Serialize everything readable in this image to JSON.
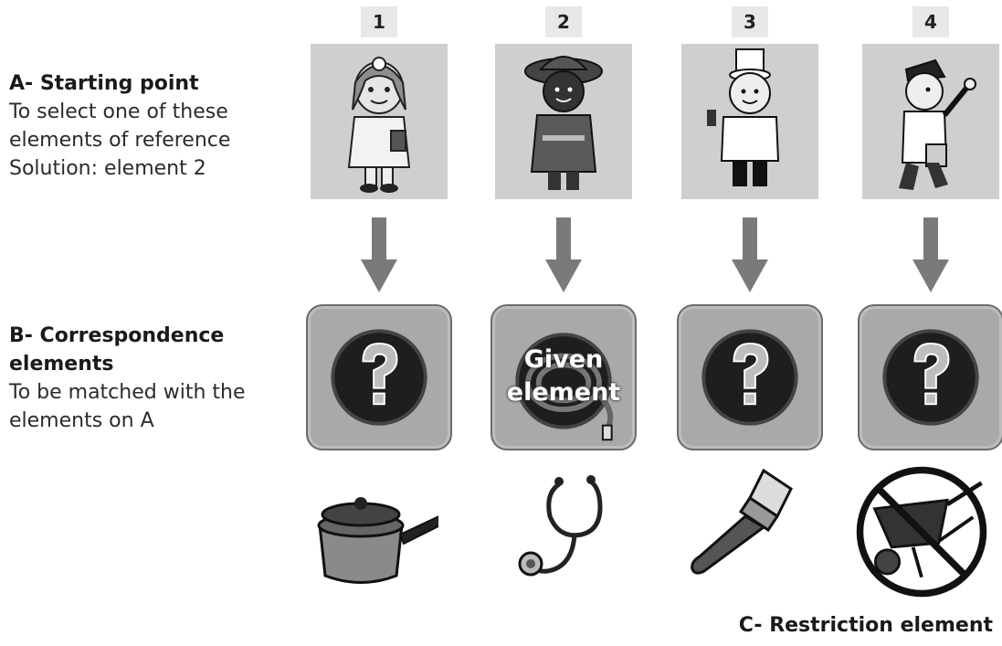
{
  "section_a": {
    "heading": "A- Starting point",
    "line1": "To select one of these",
    "line2": "elements of reference",
    "line3": "Solution: element 2"
  },
  "section_b": {
    "heading1": "B- Correspondence",
    "heading2": "elements",
    "line1": "To be matched with the",
    "line2": "elements on A"
  },
  "section_c": {
    "heading": "C- Restriction element"
  },
  "columns": [
    {
      "number": "1",
      "character": "doctor-icon",
      "card": "question-mark-icon",
      "tool": "saucepan-icon"
    },
    {
      "number": "2",
      "character": "firefighter-icon",
      "card": "hose-icon",
      "card_line1": "Given",
      "card_line2": "element",
      "tool": "stethoscope-icon"
    },
    {
      "number": "3",
      "character": "chef-icon",
      "card": "question-mark-icon",
      "tool": "paintbrush-icon"
    },
    {
      "number": "4",
      "character": "painter-icon",
      "card": "question-mark-icon",
      "tool": "wheelbarrow-prohibited-icon"
    }
  ],
  "colors": {
    "card": "#a9a9a9",
    "panel": "#cfcfcf",
    "arrow": "#7a7a7a"
  }
}
